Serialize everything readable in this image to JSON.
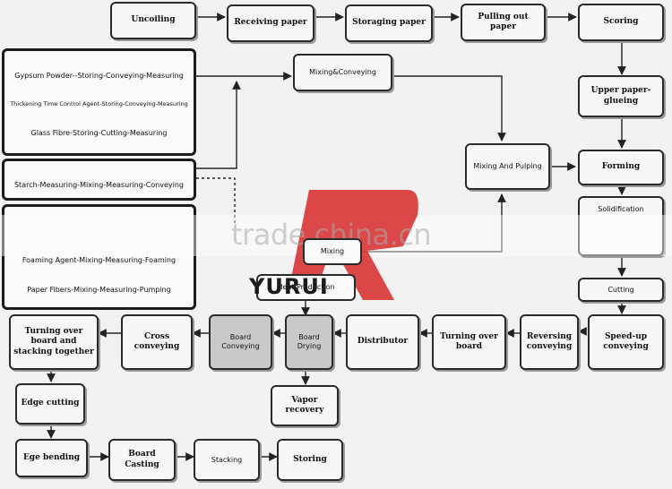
{
  "watermark": {
    "site": "trade.china.cn",
    "logo": "YURUI"
  },
  "boxes": {
    "uncoiling": "Uncoiling",
    "receiving_paper": "Receiving paper",
    "storaging_paper": "Storaging paper",
    "pulling_out_paper": "Pulling out paper",
    "scoring": "Scoring",
    "mixing_conveying": "Mixing&Conveying",
    "upper_paper_glueing": "Upper paper-glueing",
    "mixing_pulping": "Mixing And Pulping",
    "forming": "Forming",
    "solidification": "Solidification",
    "mixing": "Mixing",
    "heat_production": "Heat Production",
    "cutting": "Cutting",
    "speed_up_conveying": "Speed-up conveying",
    "reversing_conveying": "Reversing conveying",
    "turning_over_board_1": "Turning over board",
    "distributor": "Distributor",
    "board_drying": "Board Drying",
    "board_conveying": "Board Conveying",
    "cross_conveying": "Cross conveying",
    "turning_stacking": "Turning over board and stacking together",
    "vapor_recovery": "Vapor recovery",
    "edge_cutting": "Edge cutting",
    "ege_bending": "Ege bending",
    "board_casting": "Board Casting",
    "stacking": "Stacking",
    "storing": "Storing"
  },
  "materials": {
    "gypsum": "Gypsum Powder--Storing-Conveying-Measuring",
    "thickening": "Thickening Time Control Agent-Storing-Conveying-Measuring",
    "glass_fibre": "Glass Fibre-Storing-Cutting-Measuring",
    "starch": "Starch-Measuring-Mixing-Measuring-Conveying",
    "foaming": "Foaming Agent-Mixing-Measuring-Foaming",
    "paper_fibers": "Paper Fibers-Mixing-Measuring-Pumping"
  }
}
